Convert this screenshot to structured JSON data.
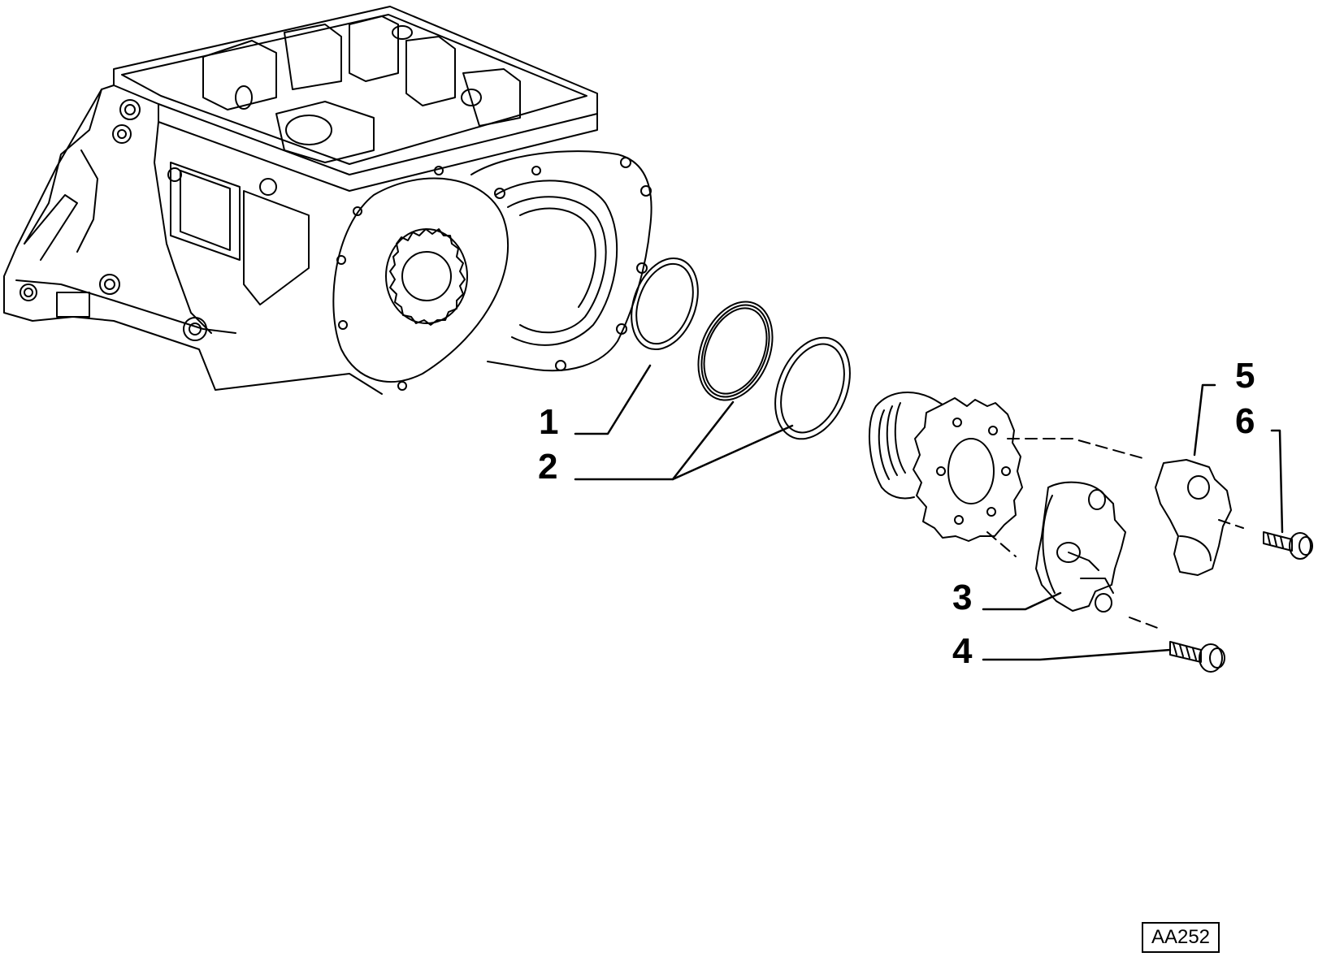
{
  "callouts": [
    {
      "id": "1",
      "label": "1"
    },
    {
      "id": "2",
      "label": "2"
    },
    {
      "id": "3",
      "label": "3"
    },
    {
      "id": "4",
      "label": "4"
    },
    {
      "id": "5",
      "label": "5"
    },
    {
      "id": "6",
      "label": "6"
    }
  ],
  "drawing_code": "AA252",
  "line_color": "#000000",
  "background_color": "#ffffff"
}
